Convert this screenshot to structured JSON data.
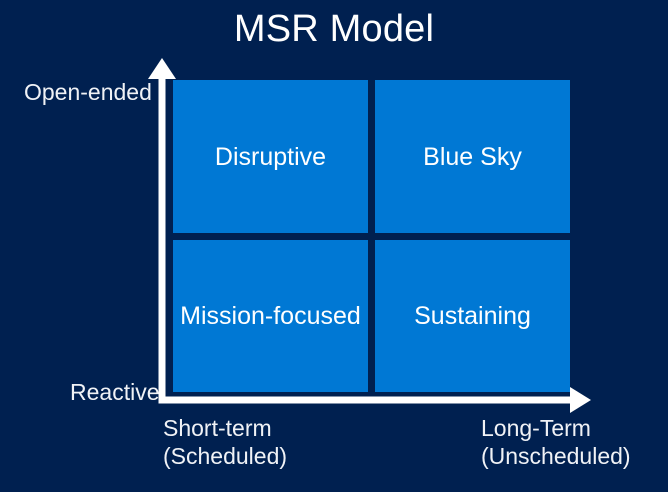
{
  "slide": {
    "title": "MSR Model",
    "background_color": "#002050",
    "accent_color": "#0078D4",
    "text_color": "#FFFFFF",
    "axis_color": "#FFFFFF"
  },
  "chart_data": {
    "type": "table",
    "title": "MSR Model",
    "xlabel": "",
    "ylabel": "",
    "grid": false,
    "legend": "none",
    "x_axis": {
      "name": "time-horizon",
      "low_label_line1": "Short-term",
      "low_label_line2": "(Scheduled)",
      "high_label_line1": "Long-Term",
      "high_label_line2": "(Unscheduled)",
      "arrow": "right"
    },
    "y_axis": {
      "name": "research-orientation",
      "low_label": "Reactive",
      "high_label": "Open-ended",
      "arrow": "up"
    },
    "categories": [
      "Short-term (Scheduled)",
      "Long-Term (Unscheduled)"
    ],
    "rows": [
      "Open-ended",
      "Reactive"
    ],
    "cells": [
      [
        {
          "label": "Disruptive",
          "x": "Short-term (Scheduled)",
          "y": "Open-ended"
        },
        {
          "label": "Blue Sky",
          "x": "Long-Term (Unscheduled)",
          "y": "Open-ended"
        }
      ],
      [
        {
          "label": "Mission-focused",
          "x": "Short-term (Scheduled)",
          "y": "Reactive"
        },
        {
          "label": "Sustaining",
          "x": "Long-Term (Unscheduled)",
          "y": "Reactive"
        }
      ]
    ]
  },
  "icons": {
    "y_axis_arrow": "arrow-up-icon",
    "x_axis_arrow": "arrow-right-icon"
  }
}
